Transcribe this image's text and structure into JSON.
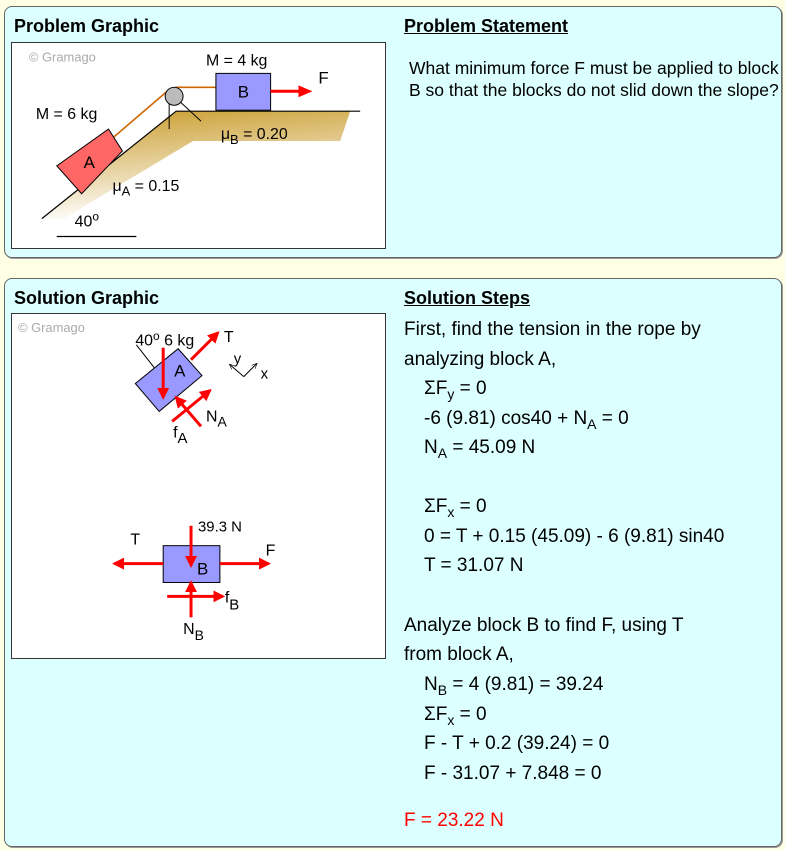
{
  "problem": {
    "graphic_title": "Problem Graphic",
    "statement_title": "Problem Statement",
    "statement": "What minimum force F must be applied to block B so that the blocks do not slid down the slope?",
    "graphic": {
      "watermark": "© Gramago",
      "mass_b": "M = 4 kg",
      "mass_a": "M = 6 kg",
      "block_a": "A",
      "block_b": "B",
      "force": "F",
      "mu_b": "μ",
      "mu_b_sub": "B",
      "mu_b_val": " = 0.20",
      "mu_a": "μ",
      "mu_a_sub": "A",
      "mu_a_val": " = 0.15",
      "angle": "40",
      "angle_sup": "o"
    }
  },
  "solution": {
    "graphic_title": "Solution Graphic",
    "steps_title": "Solution Steps",
    "graphic": {
      "watermark": "© Gramago",
      "angle_mass": "40",
      "angle_sup": "o",
      "mass": " 6 kg",
      "block_a": "A",
      "block_b": "B",
      "t_a": "T",
      "n_a": "N",
      "n_a_sub": "A",
      "f_a": "f",
      "f_a_sub": "A",
      "axis_y": "y",
      "axis_x": "x",
      "weight_b": "39.3 N",
      "t_b": "T",
      "f_b_force": "F",
      "fric_b": "f",
      "fric_b_sub": "B",
      "n_b": "N",
      "n_b_sub": "B"
    },
    "steps": {
      "l1": "First, find the tension in the rope by",
      "l2": "analyzing block A,",
      "l3a": "ΣF",
      "l3s": "y",
      "l3b": " = 0",
      "l4a": "-6 (9.81) cos40 + N",
      "l4s": "A",
      "l4b": " = 0",
      "l5a": "N",
      "l5s": "A",
      "l5b": " = 45.09 N",
      "l6a": "ΣF",
      "l6s": "x",
      "l6b": " = 0",
      "l7": "0 = T + 0.15 (45.09) - 6 (9.81) sin40",
      "l8": "T = 31.07 N",
      "l9": "Analyze block B to find F, using T",
      "l10": "from block A,",
      "l11a": "N",
      "l11s": "B",
      "l11b": " = 4 (9.81) = 39.24",
      "l12a": "ΣF",
      "l12s": "x",
      "l12b": " = 0",
      "l13": "F - T + 0.2 (39.24) = 0",
      "l14": "F - 31.07 + 7.848 = 0",
      "answer": "F = 23.22 N"
    }
  },
  "colors": {
    "panel": "#dcffff",
    "background": "#ffffe6",
    "arrow": "#ff0000",
    "block_a": "#ff6666",
    "block": "#9999ff",
    "answer": "#ff0000"
  }
}
